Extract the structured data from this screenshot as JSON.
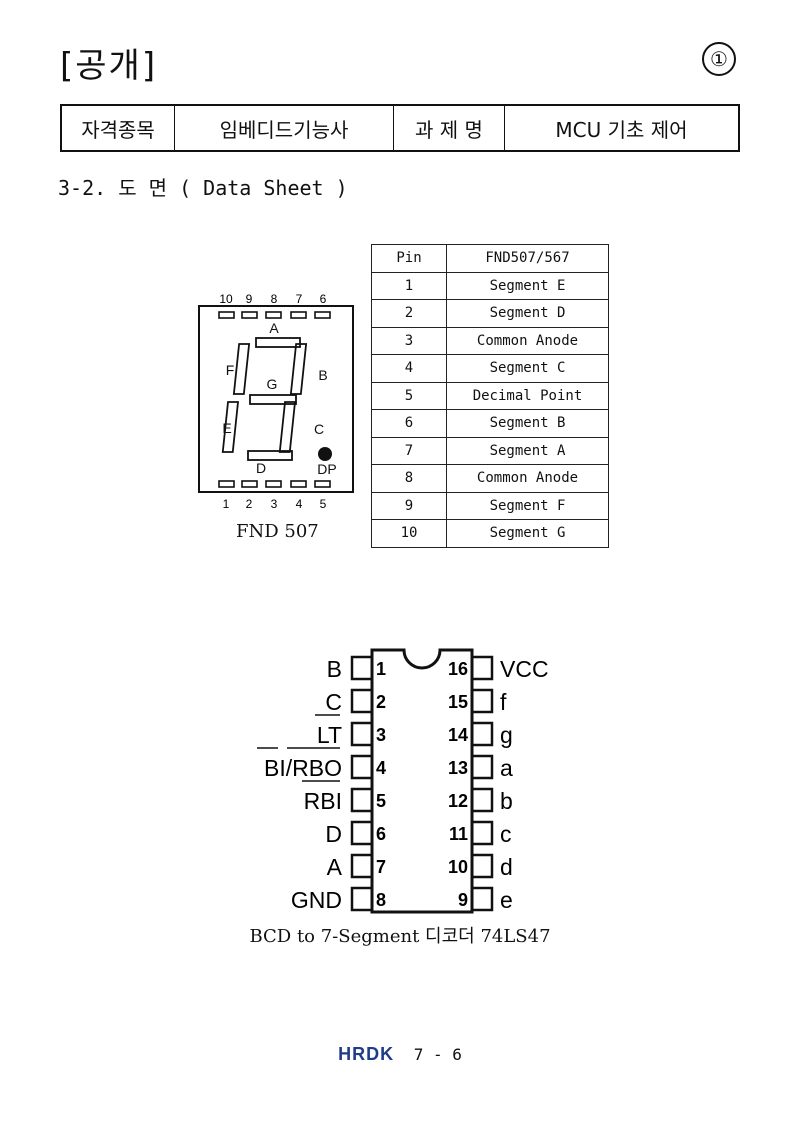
{
  "header": {
    "badge": "[공개]",
    "page_mark": "①"
  },
  "info_table": {
    "label1": "자격종목",
    "value1": "임베디드기능사",
    "label2": "과 제 명",
    "value2": "MCU 기초 제어"
  },
  "section_heading": "3-2. 도 면 ( Data Sheet )",
  "pin_table": {
    "headers": [
      "Pin",
      "FND507/567"
    ],
    "rows": [
      [
        "1",
        "Segment E"
      ],
      [
        "2",
        "Segment D"
      ],
      [
        "3",
        "Common Anode"
      ],
      [
        "4",
        "Segment C"
      ],
      [
        "5",
        "Decimal Point"
      ],
      [
        "6",
        "Segment B"
      ],
      [
        "7",
        "Segment A"
      ],
      [
        "8",
        "Common Anode"
      ],
      [
        "9",
        "Segment F"
      ],
      [
        "10",
        "Segment G"
      ]
    ]
  },
  "fnd_diagram": {
    "caption": "FND 507",
    "top_pins": [
      "10",
      "9",
      "8",
      "7",
      "6"
    ],
    "bottom_pins": [
      "1",
      "2",
      "3",
      "4",
      "5"
    ],
    "segments": [
      "A",
      "B",
      "C",
      "D",
      "E",
      "F",
      "G",
      "DP"
    ]
  },
  "ic_diagram": {
    "caption": "BCD to 7-Segment 디코더 74LS47",
    "left_pins": [
      {
        "num": "1",
        "name": "B"
      },
      {
        "num": "2",
        "name": "C"
      },
      {
        "num": "3",
        "name": "LT"
      },
      {
        "num": "4",
        "name": "BI/RBO"
      },
      {
        "num": "5",
        "name": "RBI"
      },
      {
        "num": "6",
        "name": "D"
      },
      {
        "num": "7",
        "name": "A"
      },
      {
        "num": "8",
        "name": "GND"
      }
    ],
    "right_pins": [
      {
        "num": "16",
        "name": "VCC"
      },
      {
        "num": "15",
        "name": "f"
      },
      {
        "num": "14",
        "name": "g"
      },
      {
        "num": "13",
        "name": "a"
      },
      {
        "num": "12",
        "name": "b"
      },
      {
        "num": "11",
        "name": "c"
      },
      {
        "num": "10",
        "name": "d"
      },
      {
        "num": "9",
        "name": "e"
      }
    ]
  },
  "footer": {
    "logo": "HRDK",
    "page": "7 - 6"
  }
}
